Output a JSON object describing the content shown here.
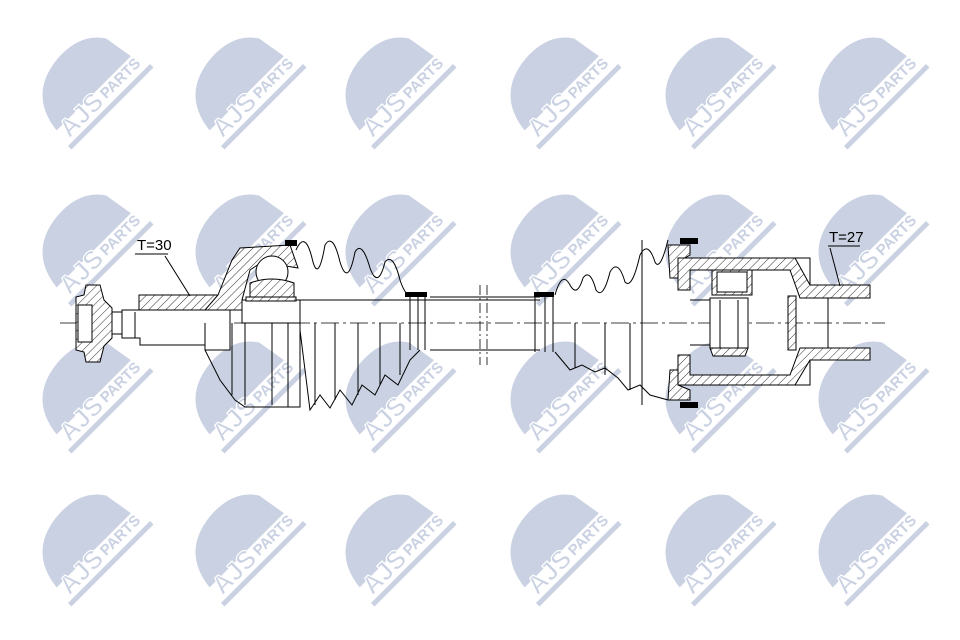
{
  "watermark": {
    "brand": "AJS",
    "suffix": "PARTS",
    "color": "#c9d1e2",
    "rows": 4,
    "columns": 6
  },
  "drawing": {
    "left_label": "T=30",
    "right_label": "T=27",
    "line_color": "#000000"
  }
}
